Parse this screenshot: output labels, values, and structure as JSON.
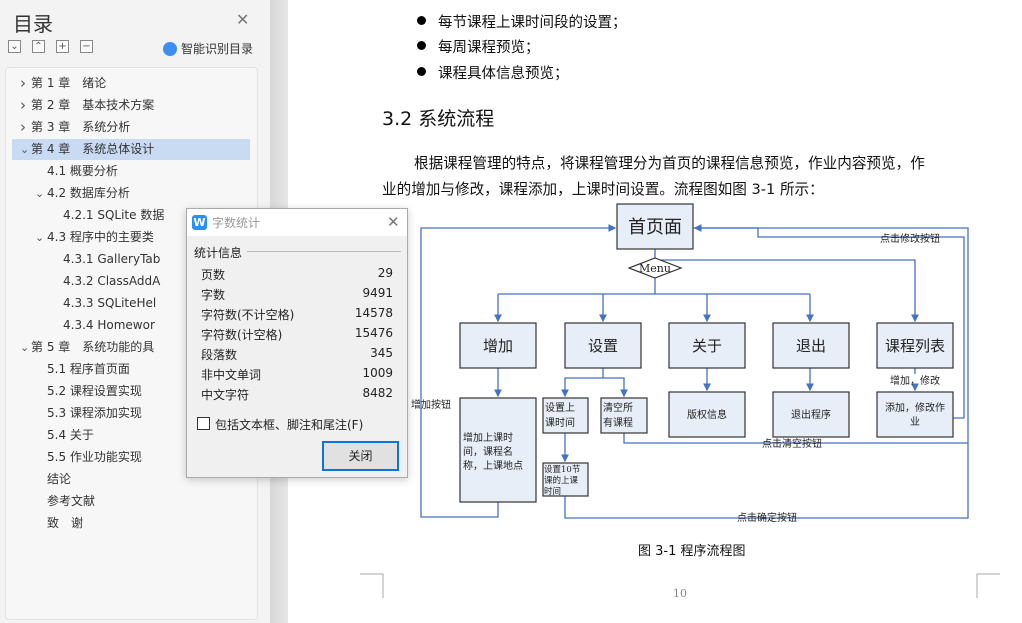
{
  "sidebar": {
    "title": "目录",
    "smart_toc": "智能识别目录",
    "toolbar": [
      {
        "icon": "expand-all-icon",
        "glyph": "⌄"
      },
      {
        "icon": "collapse-all-icon",
        "glyph": "⌃"
      },
      {
        "icon": "add-level-icon",
        "glyph": "+"
      },
      {
        "icon": "remove-level-icon",
        "glyph": "−"
      }
    ],
    "items": [
      {
        "label": "第 1 章　绪论",
        "level": 0,
        "arrow": "›"
      },
      {
        "label": "第 2 章　基本技术方案",
        "level": 0,
        "arrow": "›"
      },
      {
        "label": "第 3 章　系统分析",
        "level": 0,
        "arrow": "›"
      },
      {
        "label": "第 4 章　系统总体设计",
        "level": 0,
        "arrow": "⌄",
        "selected": true
      },
      {
        "label": "4.1  概要分析",
        "level": 1
      },
      {
        "label": "4.2  数据库分析",
        "level": 1,
        "arrow": "⌄"
      },
      {
        "label": "4.2.1 SQLite 数据",
        "level": 2
      },
      {
        "label": "4.3  程序中的主要类",
        "level": 1,
        "arrow": "⌄"
      },
      {
        "label": "4.3.1 GalleryTab",
        "level": 2
      },
      {
        "label": "4.3.2 ClassAddA",
        "level": 2
      },
      {
        "label": "4.3.3 SQLiteHel",
        "level": 2
      },
      {
        "label": "4.3.4 Homewor",
        "level": 2
      },
      {
        "label": "第 5 章　系统功能的具",
        "level": 0,
        "arrow": "⌄"
      },
      {
        "label": "5.1 程序首页面",
        "level": 1
      },
      {
        "label": "5.2  课程设置实现",
        "level": 1
      },
      {
        "label": "5.3 课程添加实现",
        "level": 1
      },
      {
        "label": "5.4  关于",
        "level": 1
      },
      {
        "label": "5.5 作业功能实现",
        "level": 1
      },
      {
        "label": "结论",
        "level": 1
      },
      {
        "label": "参考文献",
        "level": 1
      },
      {
        "label": "致　谢",
        "level": 1
      }
    ]
  },
  "document": {
    "bullets": [
      "每节课程上课时间段的设置；",
      "每周课程预览；",
      "课程具体信息预览；"
    ],
    "heading": "3.2  系统流程",
    "para_line1": "根据课程管理的特点，将课程管理分为首页的课程信息预览，作业内容预览，作",
    "para_line2": "业的增加与修改，课程添加，上课时间设置。流程图如图 3-1 所示：",
    "caption": "图 3-1 程序流程图",
    "page_number": "10",
    "flowchart": {
      "home": "首页面",
      "menu": "Menu",
      "add": "增加",
      "settings": "设置",
      "about": "关于",
      "exit": "退出",
      "course_list": "课程列表",
      "add_detail": [
        "增加上课时",
        "间，课程名",
        "称，上课地点"
      ],
      "set_time": [
        "设置上",
        "课时间"
      ],
      "clear_all": [
        "清空所",
        "有课程"
      ],
      "set_10": [
        "设置10节",
        "课的上课",
        "时间"
      ],
      "copyright": "版权信息",
      "exit_program": "退出程序",
      "add_modify_hw": [
        "添加，修改作",
        "业"
      ],
      "label_add_modify": "增加，修改",
      "label_add_btn": "增加按钮",
      "label_modify_btn": "点击修改按钮",
      "label_clear_btn": "点击清空按钮",
      "label_confirm_btn": "点击确定按钮"
    }
  },
  "dialog": {
    "title": "字数统计",
    "group": "统计信息",
    "rows": [
      {
        "k": "页数",
        "v": "29"
      },
      {
        "k": "字数",
        "v": "9491"
      },
      {
        "k": "字符数(不计空格)",
        "v": "14578"
      },
      {
        "k": "字符数(计空格)",
        "v": "15476"
      },
      {
        "k": "段落数",
        "v": "345"
      },
      {
        "k": "非中文单词",
        "v": "1009"
      },
      {
        "k": "中文字符",
        "v": "8482"
      }
    ],
    "checkbox": "包括文本框、脚注和尾注(F)",
    "checkbox_checked": false,
    "close": "关闭"
  },
  "colors": {
    "accent": "#0b74d8",
    "selected": "#c9daf3",
    "flow_line": "#4472c4",
    "box_fill": "#e8eef7"
  }
}
